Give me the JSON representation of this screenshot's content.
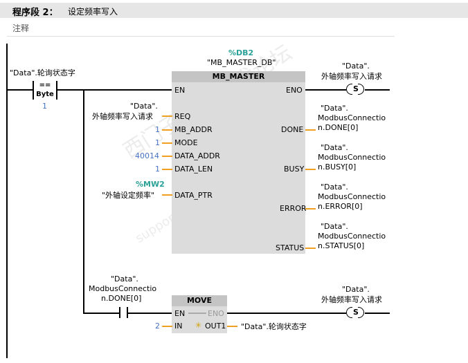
{
  "network": {
    "title": "程序段 2：",
    "description": "设定频率写入",
    "comment": "注释"
  },
  "rung1": {
    "compare": {
      "operand": "\"Data\".轮询状态字",
      "operator": "==",
      "type": "Byte",
      "value": "1"
    },
    "block": {
      "db_symbol": "%DB2",
      "db_name": "\"MB_MASTER_DB\"",
      "name": "MB_MASTER",
      "inputs": [
        {
          "pin": "EN",
          "value": ""
        },
        {
          "pin": "REQ",
          "value": "外轴频率写入请求",
          "prefix": "\"Data\"."
        },
        {
          "pin": "MB_ADDR",
          "value": "1"
        },
        {
          "pin": "MODE",
          "value": "1"
        },
        {
          "pin": "DATA_ADDR",
          "value": "40014"
        },
        {
          "pin": "DATA_LEN",
          "value": "1"
        },
        {
          "pin": "DATA_PTR",
          "value": "\"外轴设定频率\"",
          "address": "%MW2"
        }
      ],
      "outputs": [
        {
          "pin": "ENO"
        },
        {
          "pin": "DONE",
          "line1": "\"Data\".",
          "line2": "ModbusConnectio",
          "line3": "n.DONE[0]"
        },
        {
          "pin": "BUSY",
          "line1": "\"Data\".",
          "line2": "ModbusConnectio",
          "line3": "n.BUSY[0]"
        },
        {
          "pin": "ERROR",
          "line1": "\"Data\".",
          "line2": "ModbusConnectio",
          "line3": "n.ERROR[0]"
        },
        {
          "pin": "STATUS",
          "line1": "\"Data\".",
          "line2": "ModbusConnectio",
          "line3": "n.STATUS[0]"
        }
      ]
    },
    "coil": {
      "line1": "\"Data\".",
      "line2": "外轴频率写入请求",
      "type": "S"
    }
  },
  "rung2": {
    "contact": {
      "line1": "\"Data\".",
      "line2": "ModbusConnectio",
      "line3": "n.DONE[0]"
    },
    "move": {
      "name": "MOVE",
      "en": "EN",
      "eno": "ENO",
      "in_label": "IN",
      "in_value": "2",
      "out_label": "OUT1",
      "out_value": "\"Data\".轮询状态字"
    },
    "coil": {
      "line1": "\"Data\".",
      "line2": "外轴频率写入请求",
      "type": "S"
    }
  },
  "watermark": {
    "line1": "西门子工业 技术论坛",
    "line2": "support.industry.siemens.com"
  },
  "colors": {
    "wire": "#000000",
    "param_wire": "#f0a020",
    "block_body": "#dcdcdc",
    "block_title": "#c4c4c4",
    "constant": "#4472c4",
    "address": "#2aa198"
  }
}
